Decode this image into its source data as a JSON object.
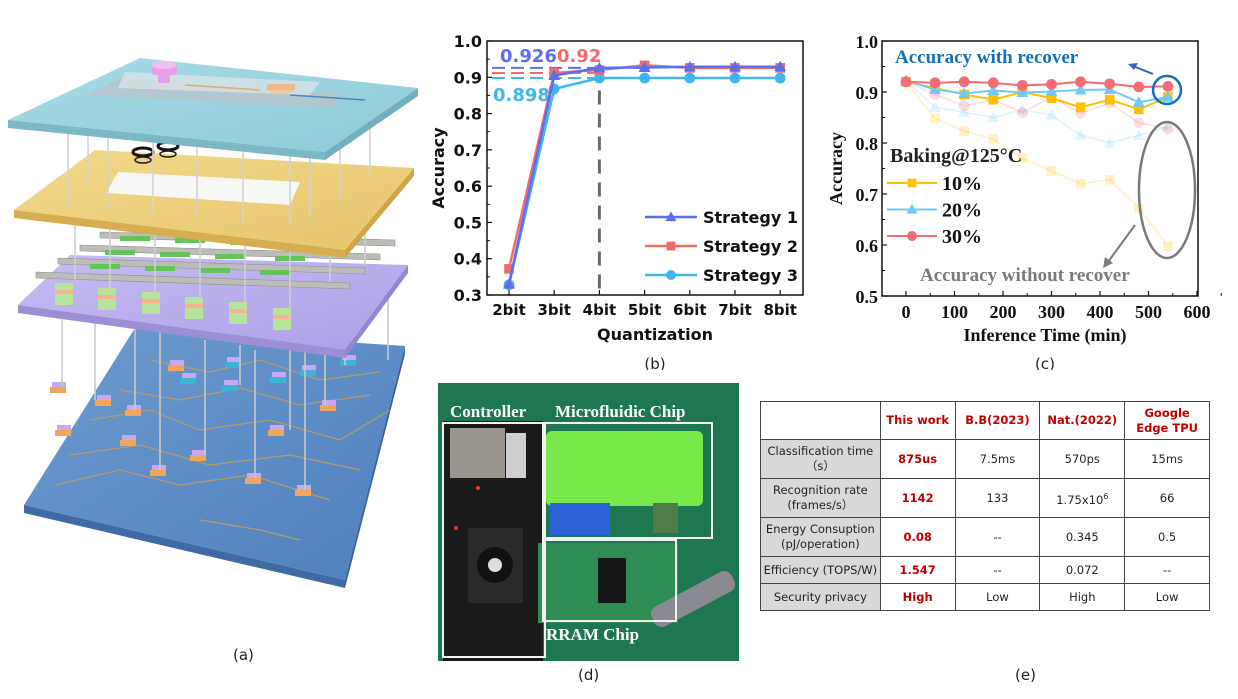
{
  "panels": {
    "a": {
      "caption": "(a)",
      "description": "3D layered stack illustration: microfluidic layer, sensing layer, RRAM crossbar layer, circuit layer"
    },
    "b": {
      "caption": "(b)"
    },
    "c": {
      "caption": "(c)"
    },
    "d": {
      "caption": "(d)",
      "labels": {
        "controller": "Controller",
        "microfluidic": "Microfluidic Chip",
        "rram": "RRAM Chip"
      }
    },
    "e": {
      "caption": "(e)"
    }
  },
  "colors": {
    "strategy1": "#5b6ef0",
    "strategy2": "#f26b6b",
    "strategy3": "#3fb6f2",
    "p10": "#ffc000",
    "p20": "#6ecbf7",
    "p30": "#f26b75",
    "table_highlight": "#c00000",
    "recover_blue": "#1570b8",
    "norecover_gray": "#7a7a7a"
  },
  "chart_data": [
    {
      "type": "line",
      "title": "",
      "xlabel": "Quantization",
      "ylabel": "Accuracy",
      "categories": [
        "2bit",
        "3bit",
        "4bit",
        "5bit",
        "6bit",
        "7bit",
        "8bit"
      ],
      "ylim": [
        0.3,
        1.0
      ],
      "yticks": [
        "0.3",
        "0.4",
        "0.5",
        "0.6",
        "0.7",
        "0.8",
        "0.9",
        "1.0"
      ],
      "legend_position": "bottom-right",
      "series": [
        {
          "name": "Strategy 1",
          "marker": "triangle",
          "values": [
            0.33,
            0.905,
            0.926,
            0.927,
            0.929,
            0.929,
            0.929
          ]
        },
        {
          "name": "Strategy 2",
          "marker": "square",
          "values": [
            0.372,
            0.912,
            0.92,
            0.933,
            0.926,
            0.926,
            0.926
          ]
        },
        {
          "name": "Strategy 3",
          "marker": "circle",
          "values": [
            0.328,
            0.868,
            0.898,
            0.898,
            0.898,
            0.898,
            0.898
          ]
        }
      ],
      "annotations": [
        {
          "text": "0.926",
          "series": "Strategy 1",
          "value": 0.926
        },
        {
          "text": "0.92",
          "series": "Strategy 2",
          "value": 0.92
        },
        {
          "text": "0.898",
          "series": "Strategy 3",
          "value": 0.898
        }
      ],
      "vline": {
        "x": "4bit",
        "style": "dashed"
      }
    },
    {
      "type": "line",
      "title": "",
      "xlabel": "Inference Time (min)",
      "ylabel": "Accuracy",
      "x": [
        0,
        60,
        120,
        180,
        240,
        300,
        360,
        420,
        480,
        540
      ],
      "xlim": [
        -50,
        600
      ],
      "xticks": [
        "0",
        "100",
        "200",
        "300",
        "400",
        "500",
        "600"
      ],
      "ylim": [
        0.5,
        1.0
      ],
      "yticks": [
        "0.5",
        "0.6",
        "0.7",
        "0.8",
        "0.9",
        "1.0"
      ],
      "legend_title": "Baking@125°C",
      "legend_position": "middle-left",
      "series": [
        {
          "name": "10%",
          "marker": "square",
          "recover": true,
          "values": [
            0.92,
            0.908,
            0.895,
            0.885,
            0.9,
            0.888,
            0.87,
            0.885,
            0.866,
            0.89
          ]
        },
        {
          "name": "20%",
          "marker": "triangle",
          "recover": true,
          "values": [
            0.922,
            0.905,
            0.897,
            0.903,
            0.899,
            0.901,
            0.904,
            0.905,
            0.88,
            0.89
          ]
        },
        {
          "name": "30%",
          "marker": "circle",
          "recover": true,
          "values": [
            0.92,
            0.918,
            0.92,
            0.918,
            0.913,
            0.915,
            0.92,
            0.916,
            0.91,
            0.911
          ]
        },
        {
          "name": "10% (without recover)",
          "marker": "square",
          "recover": false,
          "values": [
            0.92,
            0.848,
            0.823,
            0.808,
            0.77,
            0.745,
            0.72,
            0.728,
            0.672,
            0.598
          ]
        },
        {
          "name": "20% (without recover)",
          "marker": "triangle",
          "recover": false,
          "values": [
            0.922,
            0.87,
            0.86,
            0.85,
            0.865,
            0.855,
            0.815,
            0.8,
            0.815,
            0.832
          ]
        },
        {
          "name": "30% (without recover)",
          "marker": "circle",
          "recover": false,
          "values": [
            0.92,
            0.895,
            0.873,
            0.885,
            0.86,
            0.89,
            0.858,
            0.878,
            0.84,
            0.828
          ]
        }
      ],
      "annotations": [
        {
          "text": "Accuracy with recover",
          "color": "#1570b8"
        },
        {
          "text": "Accuracy without recover",
          "color": "#7a7a7a"
        }
      ]
    },
    {
      "type": "table",
      "headers": [
        "",
        "This work",
        "B.B(2023)",
        "Nat.(2022)",
        "Google Edge TPU"
      ],
      "rows": [
        {
          "label": "Classification time (s)",
          "label_line1": "Classification time",
          "label_line2": "（s）",
          "values": [
            "875us",
            "7.5ms",
            "570ps",
            "15ms"
          ]
        },
        {
          "label": "Recognition rate (frames/s)",
          "label_line1": "Recognition rate",
          "label_line2": "(frames/s）",
          "values": [
            "1142",
            "133",
            "1.75x10^6",
            "66"
          ]
        },
        {
          "label": "Energy Consuption (pJ/operation)",
          "label_line1": "Energy Consuption",
          "label_line2": "(pJ/operation)",
          "values": [
            "0.08",
            "--",
            "0.345",
            "0.5"
          ]
        },
        {
          "label": "Efficiency (TOPS/W)",
          "label_line1": "Efficiency (TOPS/W)",
          "label_line2": "",
          "values": [
            "1.547",
            "--",
            "0.072",
            "--"
          ]
        },
        {
          "label": "Security privacy",
          "label_line1": "Security privacy",
          "label_line2": "",
          "values": [
            "High",
            "Low",
            "High",
            "Low"
          ]
        }
      ]
    }
  ],
  "table_text": {
    "h1": "This work",
    "h2": "B.B(2023)",
    "h3": "Nat.(2022)",
    "h4a": "Google",
    "h4b": "Edge TPU",
    "nat_rate_base": "1.75x10",
    "nat_rate_exp": "6"
  }
}
